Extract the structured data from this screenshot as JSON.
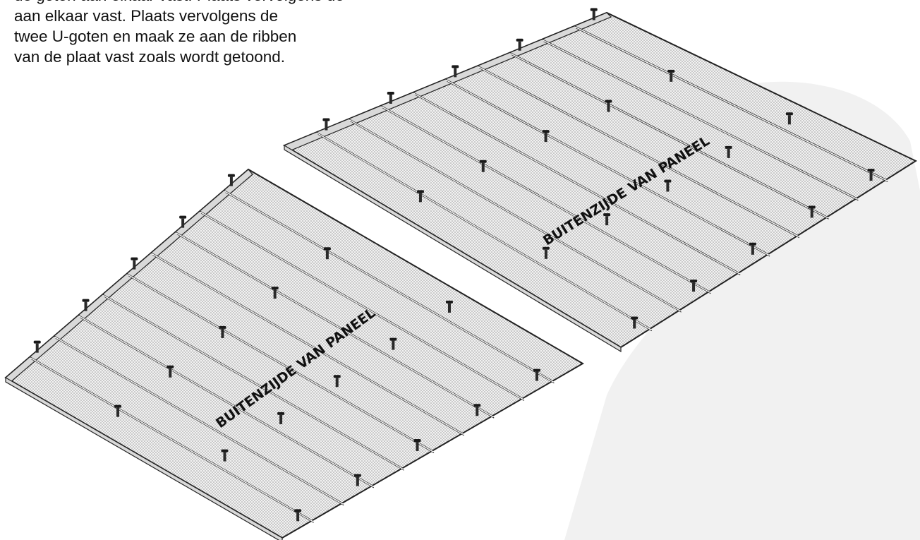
{
  "instructions": {
    "lines": [
      "de goten aan elkaar vast. Plaats vervolgens de",
      "aan elkaar vast. Plaats vervolgens de",
      "twee U-goten en maak ze aan de ribben",
      "van de plaat vast zoals wordt getoond."
    ]
  },
  "panels": [
    {
      "label": "BUITENZIJDE VAN PANEEL"
    },
    {
      "label": "BUITENZIJDE VAN PANEEL"
    }
  ],
  "colors": {
    "outline": "#222222",
    "panel_fill": "#e6e6e6",
    "screw": "#1a1a1a",
    "watermark": "#f1f1f1"
  },
  "icons": [
    "screw-icon"
  ]
}
